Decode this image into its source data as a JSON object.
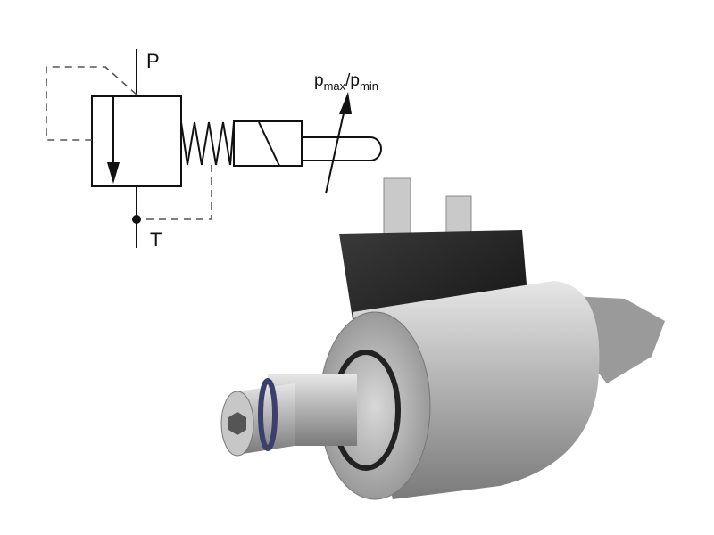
{
  "schematic": {
    "port_p": "P",
    "port_t": "T",
    "adjust_label": {
      "p1": "p",
      "sub1": "max",
      "sep": "/",
      "p2": "p",
      "sub2": "min"
    }
  },
  "colors": {
    "line": "#111111",
    "body_metal": "#b8b8b8",
    "coil": "#1e1e1e",
    "seal": "#3a3f6e"
  }
}
